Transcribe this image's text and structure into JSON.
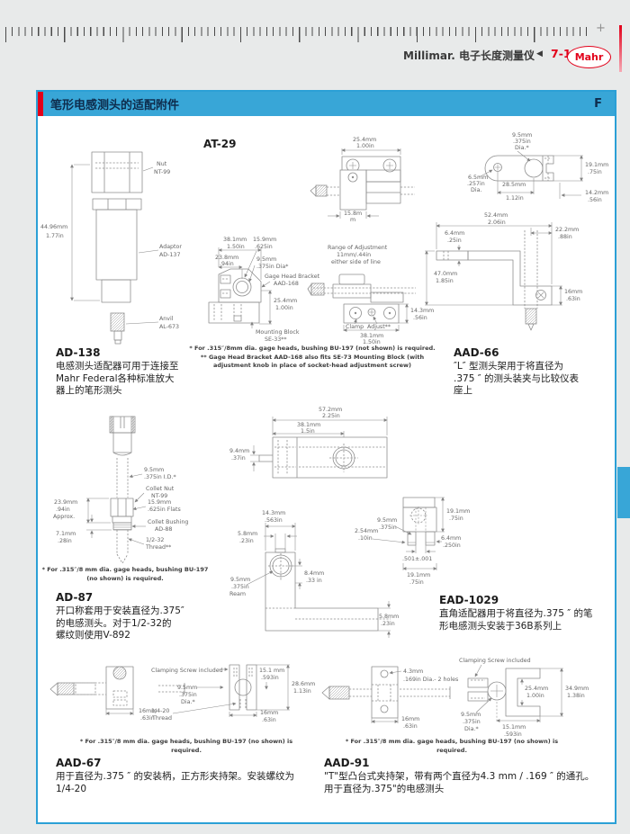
{
  "header": {
    "title": "Millimar. 电子长度测量仪",
    "sep": "|",
    "arrow": "◀",
    "page": "7-19",
    "logo": "Mahr",
    "plus": "+"
  },
  "panel": {
    "title": "笔形电感测头的适配附件",
    "letter": "F"
  },
  "ad138": {
    "code": "AD-138",
    "desc": [
      "电感测头适配器可用于连接至",
      "Mahr Federal各种标准放大",
      "器上的笔形测头"
    ],
    "height_mm": "44.96mm",
    "height_in": "1.77in",
    "nut1": "Nut",
    "nut2": "NT-99",
    "adp1": "Adaptor",
    "adp2": "AD-137",
    "anv1": "Anvil",
    "anv2": "AL-673"
  },
  "at29": {
    "code": "AT-29",
    "w_mm": "25.4mm",
    "w_in": "1.00in",
    "d_mm": "15.8m",
    "d_mm2": "m",
    "b38_mm": "38.1mm",
    "b38_in": "1.50in",
    "b238_mm": "23.8mm",
    "b238_in": ".94in",
    "b159_mm": "15.9mm",
    "b159_in": ".625in",
    "b95_mm": "9.5mm",
    "b95_in": ".375in  Dia*",
    "ghb1": "Gage Head Bracket",
    "ghb2": "AAD-168",
    "b254_mm": "25.4mm",
    "b254_in": "1.00in",
    "mb1": "Mounting Block",
    "mb2": "SE-33**",
    "roa1": "Range of Adjustment",
    "roa2": "11mm/.44in",
    "roa3": "either side of line",
    "clamp": "Clamp",
    "adjust": "Adjust**",
    "r381_mm": "38.1mm",
    "r381_in": "1.50in",
    "r143_mm": "14.3mm",
    "r143_in": ".56in",
    "fn1": "* For .315″/8mm dia. gage heads, bushing BU-197 (not shown) is required.",
    "fn2": "** Gage Head Bracket AAD-168 also fits SE-73 Mounting Block (with",
    "fn3": "adjustment knob in place of socket-head adjustment screw)"
  },
  "aad66": {
    "code": "AAD-66",
    "desc": [
      "″L″ 型测头架用于将直径为",
      ".375 ″ 的测头装夹与比较仪表",
      "座上"
    ],
    "d95": "9.5mm",
    "d95b": ".375in",
    "d95c": "Dia.*",
    "d65": "6.5mm",
    "d65b": ".257in",
    "d65c": "Dia.",
    "d285": "28.5mm",
    "d285b": "1.12in",
    "d191": "19.1mm",
    "d191b": ".75in",
    "d142": "14.2mm",
    "d142b": ".56in",
    "d524": "52.4mm",
    "d524b": "2.06in",
    "d222": "22.2mm",
    "d222b": ".88in",
    "d64": "6.4mm",
    "d64b": ".25in",
    "d47": "47.0mm",
    "d47b": "1.85in",
    "d16": "16mm",
    "d16b": ".63in"
  },
  "ad87": {
    "code": "AD-87",
    "desc": [
      "开口称套用于安装直径为.375″",
      "的电感测头。对于1/2-32的",
      "螺纹则使用V-892"
    ],
    "id1": "9.5mm",
    "id2": ".375in  I.D.*",
    "cn1": "Collet Nut",
    "cn2": "NT-99",
    "fl1": "15.9mm",
    "fl2": ".625in  Flats",
    "cb1": "Collet Bushing",
    "cb2": "AD-88",
    "th1": "1/2-32",
    "th2": "Thread**",
    "l239a": "23.9mm",
    "l239b": ".94in",
    "l239c": "Approx.",
    "l71a": "7.1mm",
    "l71b": ".28in",
    "fn1": "* For .315″/8 mm dia. gage heads, bushing BU-197",
    "fn2": "(no shown) is required."
  },
  "ead1029": {
    "code": "EAD-1029",
    "desc": [
      "直角适配器用于将直径为.375 ″ 的笔",
      "形电感测头安装于36B系列上"
    ],
    "d572": "57.2mm",
    "d572b": "2.25in",
    "d381": "38.1mm",
    "d381b": "1.5in",
    "d94": "9.4mm",
    "d94b": ".37in",
    "d143": "14.3mm",
    "d143b": ".563in",
    "d58": "5.8mm",
    "d58b": ".23in",
    "ream1": "9.5mm",
    "ream2": ".375in",
    "ream3": "Ream",
    "d84": "8.4mm",
    "d84b": ".33 in",
    "leg58": "5.8mm",
    "leg58b": ".23in",
    "s95": "9.5mm",
    "s95b": ".375in",
    "s254": "2.54mm",
    "s254b": ".10in",
    "s191": "19.1mm",
    "s191b": ".75in",
    "s64": "6.4mm",
    "s64b": ".250in",
    "s501": ".501±.001",
    "s191c": "19.1mm",
    "s191d": ".75in"
  },
  "aad67": {
    "code": "AAD-67",
    "desc": [
      "用于直径为.375 ″ 的安装柄，正方形夹持架。安装螺纹为",
      "1/4-20"
    ],
    "csi": "Clamping Screw included",
    "d95": "9.5mm",
    "d95b": ".375in",
    "d95c": "Dia.*",
    "d151": "15.1 mm",
    "d151b": ".593in",
    "d286": "28.6mm",
    "d286b": "1.13in",
    "thr1": "1/4-20",
    "thr2": "Thread",
    "d16a": "16mm",
    "d16ab": ".63in",
    "d16c": "16mm",
    "d16cb": ".63in",
    "fn": "* For .315″/8 mm dia. gage heads, bushing BU-197 (no shown) is required."
  },
  "aad91": {
    "code": "AAD-91",
    "desc": [
      "\"T\"型凸台式夹持架，带有两个直径为4.3 mm / .169 ″ 的通孔。",
      "用于直径为.375\"的电感测头"
    ],
    "csi": "Clamping Screw included",
    "d43": "4.3mm",
    "d43b": ".169in  Dia.- 2 holes",
    "d16": "16mm",
    "d16b": ".63in",
    "d254": "25.4mm",
    "d254b": "1.00in",
    "d349": "34.9mm",
    "d349b": "1.38in",
    "d95": "9.5mm",
    "d95b": ".375in",
    "d95c": "Dia.*",
    "d151": "15.1mm",
    "d151b": ".593in",
    "fn": "* For .315″/8 mm dia. gage heads, bushing BU-197 (no shown) is required."
  }
}
